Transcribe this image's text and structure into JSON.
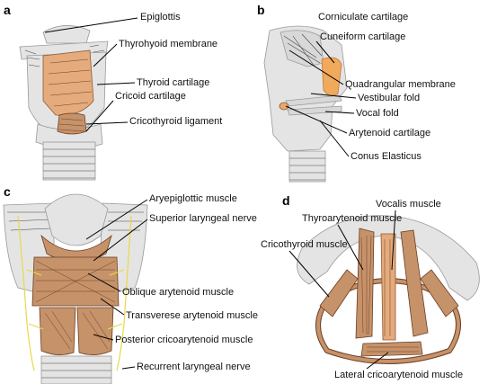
{
  "colors": {
    "cartilage": "#e4e4e4",
    "muscle": "#c6926a",
    "membrane": "#e8a86e",
    "nerve": "#e8d84a"
  },
  "panels": [
    {
      "letter": "a",
      "labels": [
        "Epiglottis",
        "Thyrohyoid membrane",
        "Thyroid cartilage",
        "Cricoid cartilage",
        "Cricothyroid ligament"
      ]
    },
    {
      "letter": "b",
      "labels": [
        "Corniculate cartilage",
        "Cuneiform cartilage",
        "Quadrangular membrane",
        "Vestibular fold",
        "Vocal fold",
        "Arytenoid cartilage",
        "Conus Elasticus"
      ]
    },
    {
      "letter": "c",
      "labels": [
        "Aryepiglottic muscle",
        "Superior laryngeal nerve",
        "Oblique arytenoid muscle",
        "Transverese arytenoid muscle",
        "Posterior cricoarytenoid muscle",
        "Recurrent laryngeal nerve"
      ]
    },
    {
      "letter": "d",
      "labels": [
        "Vocalis muscle",
        "Thyroarytenoid muscle",
        "Cricothyroid muscle",
        "Lateral cricoarytenoid muscle"
      ]
    }
  ]
}
